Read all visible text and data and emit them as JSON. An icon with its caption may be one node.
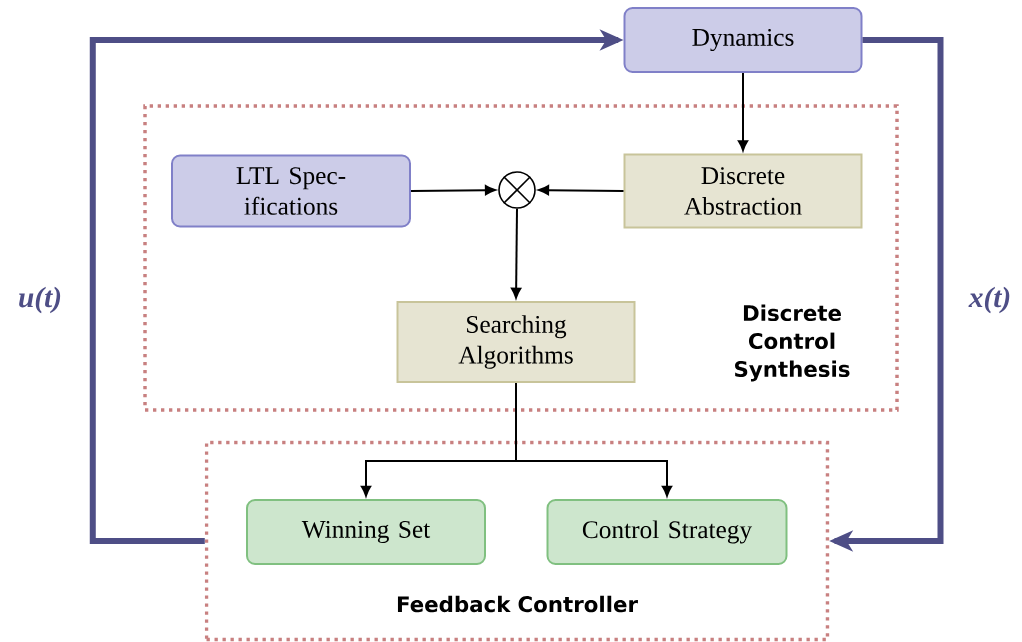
{
  "diagram": {
    "nodes": [
      {
        "text": [
          "Dynamics"
        ]
      },
      {
        "text": [
          "Discrete Control Synthesis"
        ]
      },
      {
        "text": [
          "LTL Spec- ifications"
        ],
        "in": 1
      },
      {
        "text": [],
        "shape": "circle",
        "in": 1
      },
      {
        "text": [
          "Discrete Abstraction"
        ],
        "in": 1
      },
      {
        "text": [
          "Searching Algorithms"
        ],
        "in": 1
      },
      {
        "text": [
          "Feedback Controller"
        ]
      },
      {
        "text": [
          "Winning Set"
        ],
        "in": 6
      },
      {
        "text": [
          "Control Strategy"
        ],
        "in": 6
      }
    ],
    "edges": [
      {
        "from": 6,
        "to": 0,
        "arrow": "to",
        "label": "u(t)",
        "style": "thick",
        "color": "#4e4e86"
      },
      {
        "from": 0,
        "to": 6,
        "arrow": "to",
        "label": "x(t)",
        "style": "thick",
        "color": "#4e4e86"
      },
      {
        "from": 0,
        "to": 4,
        "arrow": "to"
      },
      {
        "from": 2,
        "to": 3,
        "arrow": "to"
      },
      {
        "from": 4,
        "to": 3,
        "arrow": "to"
      },
      {
        "from": 3,
        "to": 5,
        "arrow": "to"
      },
      {
        "from": 5,
        "to": 7,
        "arrow": "to"
      },
      {
        "from": 5,
        "to": 8,
        "arrow": "to"
      }
    ]
  }
}
